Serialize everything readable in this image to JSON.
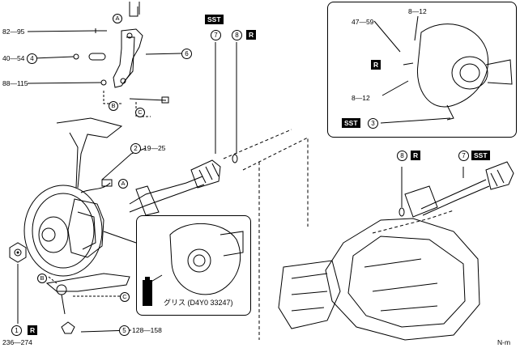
{
  "torques": {
    "t1": "82—95",
    "t2": "40—54",
    "t3": "88—115",
    "t4": "19—25",
    "t5": "128—158",
    "t6": "236—274",
    "t7": "47—59",
    "t8": "8—12",
    "t9": "8—12"
  },
  "callouts": {
    "c1": "1",
    "c2": "2",
    "c3": "3",
    "c4": "4",
    "c5": "5",
    "c6": "6",
    "c7": "7",
    "c8": "8",
    "c7b": "7",
    "c8b": "8"
  },
  "letters": {
    "a": "A",
    "b": "B",
    "c": "C"
  },
  "badges": {
    "sst": "SST",
    "r": "R"
  },
  "grease_text": "グリス (D4Y0 33247)",
  "footer_code": "N-m"
}
